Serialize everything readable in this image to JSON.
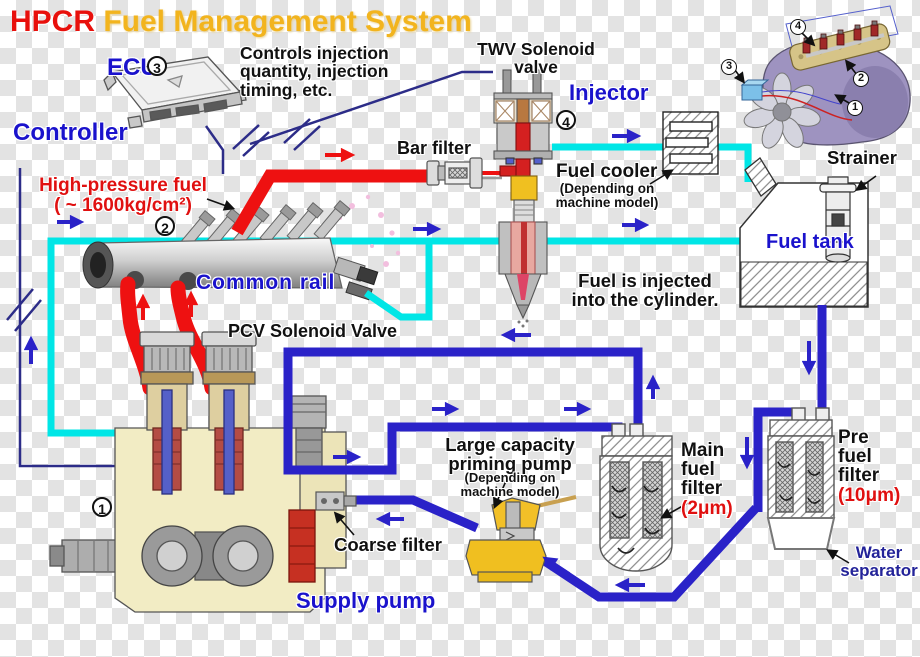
{
  "title": {
    "prefix": "HPCR",
    "rest": " Fuel Management System"
  },
  "labels": {
    "ecu": "ECU",
    "controller": "Controller",
    "ecu_note": "Controls injection\nquantity, injection\ntiming, etc.",
    "twv": "TWV Solenoid\nvalve",
    "injector": "Injector",
    "bar_filter": "Bar filter",
    "high_pressure": "High-pressure fuel\n( ~ 1600kg/cm²)",
    "common_rail": "Common rail",
    "pcv": "PCV Solenoid Valve",
    "fuel_cooler": "Fuel cooler",
    "fuel_cooler_note": "(Depending on\nmachine model)",
    "injected_note": "Fuel is injected\ninto the cylinder.",
    "supply_pump": "Supply pump",
    "coarse_filter": "Coarse filter",
    "priming_pump": "Large capacity\npriming pump",
    "priming_note": "(Depending on\nmachine model)",
    "main_filter": "Main\nfuel\nfilter",
    "main_filter_spec": "(2μm)",
    "pre_filter": "Pre\nfuel\nfilter",
    "pre_filter_spec": "(10μm)",
    "water_separator": "Water\nseparator",
    "fuel_tank": "Fuel tank",
    "strainer": "Strainer"
  },
  "callouts": {
    "ecu": "3",
    "rail": "2",
    "injector": "4",
    "pump": "1",
    "engine_a": "4",
    "engine_b": "3",
    "engine_c": "2",
    "engine_d": "1"
  },
  "colors": {
    "title_primary": "#e8100c",
    "title_secondary": "#f2b41e",
    "blue_label": "#1a12cc",
    "red_label": "#e01010",
    "navy_label": "#232399",
    "pipe_blue": "#2a22c8",
    "pipe_cyan": "#00e6e6",
    "pipe_red": "#ee1111",
    "wire_navy": "#2c2c88",
    "pump_body": "#f2ecc4"
  }
}
